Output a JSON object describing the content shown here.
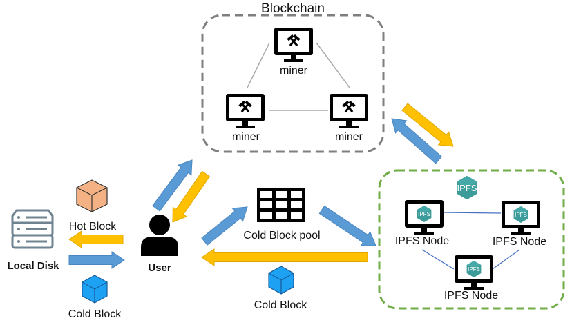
{
  "blockchain": {
    "title": "Blockchain",
    "miners": [
      {
        "label": "miner"
      },
      {
        "label": "miner"
      },
      {
        "label": "miner"
      }
    ]
  },
  "ipfs": {
    "logo_text": "IPFS",
    "nodes": [
      {
        "label": "IPFS Node",
        "icon_text": "IPFS"
      },
      {
        "label": "IPFS Node",
        "icon_text": "IPFS"
      },
      {
        "label": "IPFS Node",
        "icon_text": "IPFS"
      }
    ]
  },
  "local_disk": {
    "label": "Local Disk"
  },
  "user": {
    "label": "User"
  },
  "hot_block": {
    "label": "Hot Block"
  },
  "cold_block_left": {
    "label": "Cold Block"
  },
  "cold_block_pool": {
    "label": "Cold Block pool"
  },
  "cold_block_bottom": {
    "label": "Cold Block"
  },
  "colors": {
    "blue_arrow": "#5B9BD5",
    "yellow_arrow": "#FFC000",
    "hot_block": "#F4B183",
    "cold_block": "#1DA1F2",
    "ipfs_teal": "#3D9C9A",
    "blockchain_border": "#7f7f7f",
    "ipfs_border": "#70AD47",
    "disk_gray": "#6f8391"
  }
}
